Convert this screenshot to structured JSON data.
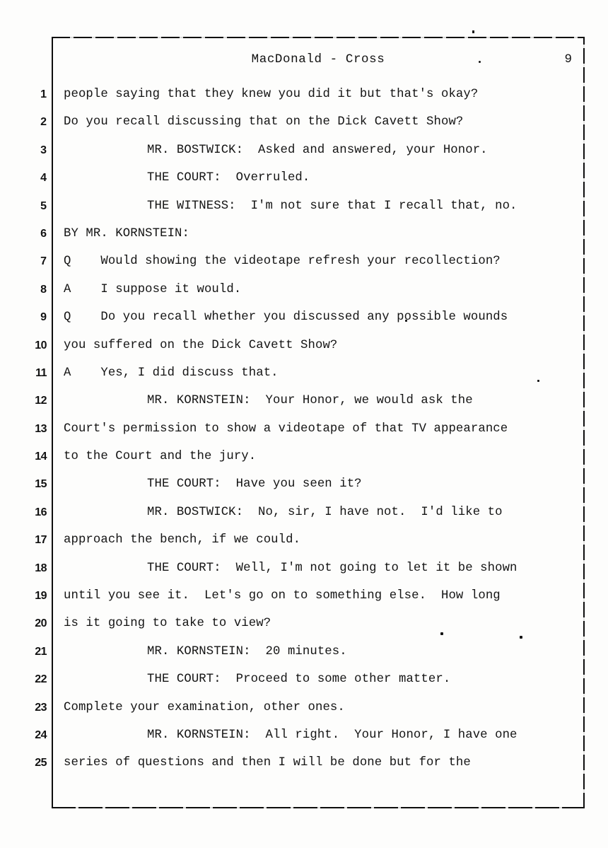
{
  "document": {
    "header_title": "MacDonald - Cross",
    "page_number": "9",
    "line_numbers": [
      "1",
      "2",
      "3",
      "4",
      "5",
      "6",
      "7",
      "8",
      "9",
      "10",
      "11",
      "12",
      "13",
      "14",
      "15",
      "16",
      "17",
      "18",
      "19",
      "20",
      "21",
      "22",
      "23",
      "24",
      "25"
    ],
    "lines": [
      {
        "number": "1",
        "style": "flush",
        "text": "people saying that they knew you did it but that's okay?"
      },
      {
        "number": "2",
        "style": "flush",
        "text": "Do you recall discussing that on the Dick Cavett Show?"
      },
      {
        "number": "3",
        "style": "indent",
        "text": "MR. BOSTWICK:  Asked and answered, your Honor."
      },
      {
        "number": "4",
        "style": "indent",
        "text": "THE COURT:  Overruled."
      },
      {
        "number": "5",
        "style": "indent",
        "text": "THE WITNESS:  I'm not sure that I recall that, no."
      },
      {
        "number": "6",
        "style": "flush",
        "text": "BY MR. KORNSTEIN:"
      },
      {
        "number": "7",
        "style": "qa",
        "text": "Q    Would showing the videotape refresh your recollection?"
      },
      {
        "number": "8",
        "style": "qa",
        "text": "A    I suppose it would."
      },
      {
        "number": "9",
        "style": "qa",
        "text": "Q    Do you recall whether you discussed any possible wounds"
      },
      {
        "number": "10",
        "style": "flush",
        "text": "you suffered on the Dick Cavett Show?"
      },
      {
        "number": "11",
        "style": "qa",
        "text": "A    Yes, I did discuss that."
      },
      {
        "number": "12",
        "style": "indent",
        "text": "MR. KORNSTEIN:  Your Honor, we would ask the"
      },
      {
        "number": "13",
        "style": "flush",
        "text": "Court's permission to show a videotape of that TV appearance"
      },
      {
        "number": "14",
        "style": "flush",
        "text": "to the Court and the jury."
      },
      {
        "number": "15",
        "style": "indent",
        "text": "THE COURT:  Have you seen it?"
      },
      {
        "number": "16",
        "style": "indent",
        "text": "MR. BOSTWICK:  No, sir, I have not.  I'd like to"
      },
      {
        "number": "17",
        "style": "flush",
        "text": "approach the bench, if we could."
      },
      {
        "number": "18",
        "style": "indent",
        "text": "THE COURT:  Well, I'm not going to let it be shown"
      },
      {
        "number": "19",
        "style": "flush",
        "text": "until you see it.  Let's go on to something else.  How long"
      },
      {
        "number": "20",
        "style": "flush",
        "text": "is it going to take to view?"
      },
      {
        "number": "21",
        "style": "indent",
        "text": "MR. KORNSTEIN:  20 minutes."
      },
      {
        "number": "22",
        "style": "indent",
        "text": "THE COURT:  Proceed to some other matter."
      },
      {
        "number": "23",
        "style": "flush",
        "text": "Complete your examination, other ones."
      },
      {
        "number": "24",
        "style": "indent",
        "text": "MR. KORNSTEIN:  All right.  Your Honor, I have one"
      },
      {
        "number": "25",
        "style": "flush",
        "text": "series of questions and then I will be done but for the"
      }
    ]
  },
  "colors": {
    "page_background": "#fdfdfc",
    "ink": "#141414",
    "border": "#0d0d0d"
  }
}
